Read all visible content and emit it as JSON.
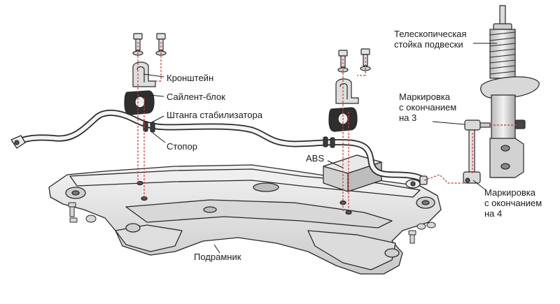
{
  "labels": {
    "bracket": "Кронштейн",
    "silent_block": "Сайлент-блок",
    "stabilizer_bar": "Штанга стабилизатора",
    "stopper": "Стопор",
    "abs": "ABS",
    "subframe": "Подрамник",
    "strut": "Телескопическая\nстойка подвески",
    "mark3": "Маркировка\nс окончанием\nна 3",
    "mark4": "Маркировка\nс окончанием\nна 4"
  },
  "colors": {
    "guide_line": "#d23a3a",
    "outline": "#2a2a2a",
    "metal_light": "#e6e6e6",
    "metal_mid": "#cfcfcf",
    "metal_dark": "#9c9c9c",
    "bushing": "#333333"
  }
}
